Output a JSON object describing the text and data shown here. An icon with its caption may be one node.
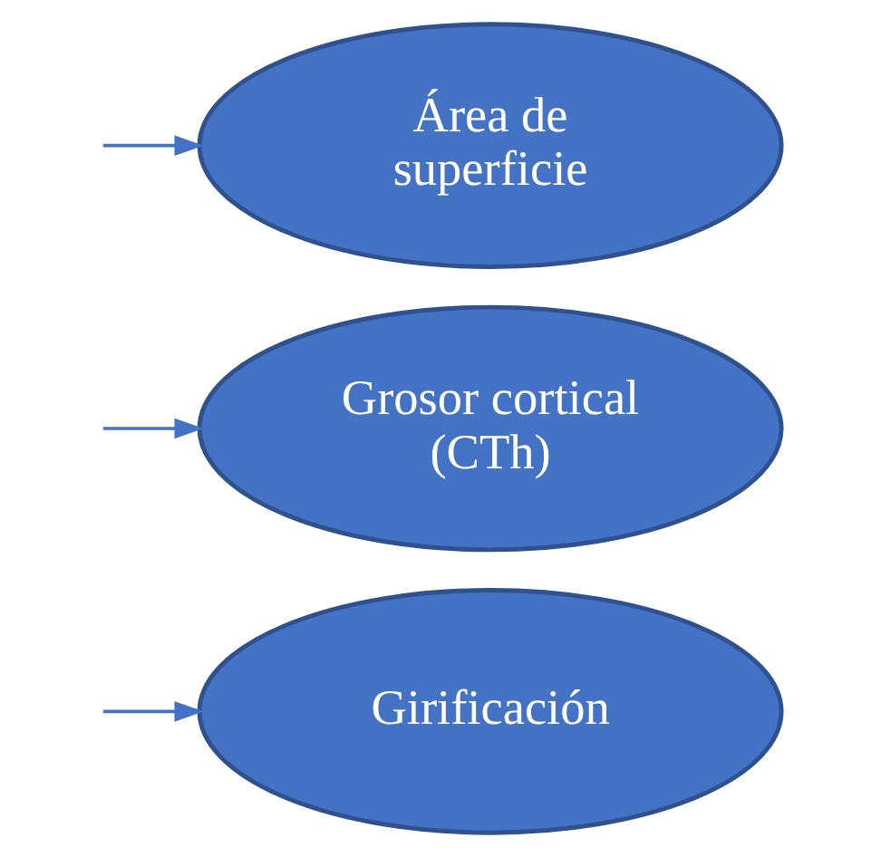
{
  "diagram": {
    "nodes": [
      {
        "text": [
          "Área de superficie"
        ]
      },
      {
        "text": [
          "Grosor cortical (CTh)"
        ]
      },
      {
        "text": [
          "Girificación"
        ]
      }
    ],
    "edges": [
      {
        "from": null,
        "to": 0,
        "arrow": "to"
      },
      {
        "from": null,
        "to": 1,
        "arrow": "to"
      },
      {
        "from": null,
        "to": 2,
        "arrow": "to"
      }
    ]
  }
}
